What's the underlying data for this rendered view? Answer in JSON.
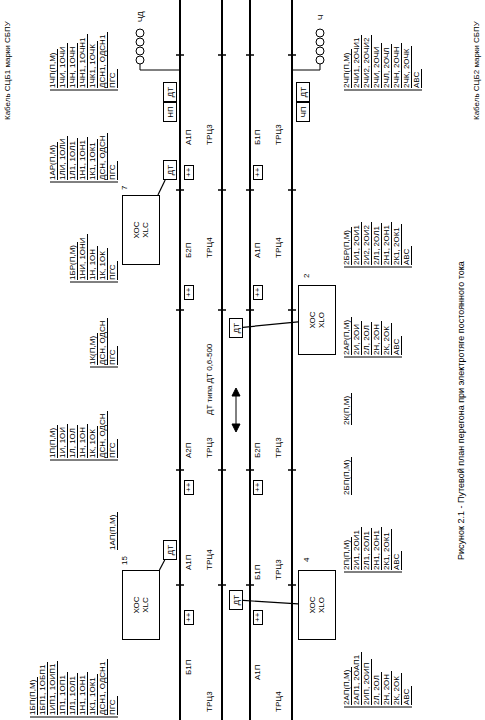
{
  "diagram": {
    "caption": "Рисунок 2.1 - Путевой план перегона при электротяге постоянного тока",
    "nodes": [
      {
        "text": [
          "ХОС",
          "ХLС"
        ]
      },
      {
        "text": [
          "ХОС",
          "ХLС"
        ]
      },
      {
        "text": [
          "ХОС",
          "ХLО"
        ]
      },
      {
        "text": [
          "ХОС",
          "ХLО"
        ]
      },
      {
        "text": [
          "НП"
        ]
      },
      {
        "text": [
          "ДТ"
        ]
      },
      {
        "text": [
          "ЧП"
        ]
      },
      {
        "text": [
          "ДТ"
        ]
      },
      {
        "text": [
          "ДТ"
        ]
      },
      {
        "text": [
          "ДТ"
        ]
      },
      {
        "text": [
          "ДТ"
        ]
      },
      {
        "text": [
          "ДТ"
        ]
      }
    ],
    "edges": [
      {
        "from": 0,
        "to": 8,
        "arrow": "none"
      },
      {
        "from": 1,
        "to": 9,
        "arrow": "none"
      },
      {
        "from": 2,
        "to": 10,
        "arrow": "none"
      },
      {
        "from": 3,
        "to": 11,
        "arrow": "none"
      }
    ],
    "labels": [
      "Кабель СЦБ1 марки СБПУ",
      "1ЧП(П,М)",
      "1ЧИ, 1ОЧИ",
      "1ЧН, 1ОЧН",
      "1ЧН1, 1ОЧН1",
      "1ЧК1, 1ОЧК",
      "ДСН1, ОДСН1",
      "ПГС",
      "1АР(П,М)",
      "1ЛИ, 1ОЛИ",
      "1Л1, 1ОЛ1",
      "1Н1, 1ОН1",
      "1К1, 1ОК1",
      "ДСН, ОДСН",
      "ПГС",
      "1БР(П,М)",
      "1НИ, 1ОНИ",
      "1Н, 1ОН",
      "1К, 1ОК",
      "ПГС",
      "1К(П,М)",
      "ДСН, ОДСН",
      "ПГС",
      "1П(П,М)",
      "1И, 1ОИ",
      "1Л, 1ОЛ",
      "1Н, 1ОН",
      "1К, 1ОК",
      "ДСН, ОДСН",
      "ПГС",
      "1АП(П,М)",
      "1БП(П,М)",
      "1БП1, 1ОБП1",
      "1ИП1, 1ОИП1",
      "1П1, 1ОП1",
      "1Л1, 1ОЛ1",
      "1Н1, 1ОН1",
      "1К1, 1ОК1",
      "ДСН1, ОДСН1",
      "ПГС",
      "Кабель СЦБ2 марки СБПУ",
      "2ЧП(П,М)",
      "2ЧИ1, 2ОЧИ1",
      "2ЧИ2, 2ОЧИ2",
      "2ЧИ, 2ОЧИ",
      "2ЧЛ, 2ОЧЛ",
      "2ЧН, 2ОЧН",
      "2ЧК, 2ОЧК",
      "АВС",
      "2БР(П,М)",
      "2И1, 2ОИ1",
      "2И2, 2ОИ2",
      "2Л1, 2ОЛ1",
      "2Н1, 2ОН1",
      "2К1, 2ОК1",
      "АВС",
      "2АР(П,М)",
      "2И, 2ОИ",
      "2Л, 2ОЛ",
      "2Н, 2ОН",
      "2К, 2ОК",
      "АВС",
      "2К(П,М)",
      "2БП(П,М)",
      "2П(П,М)",
      "2И1, 2ОИ1",
      "2Л1, 2ОЛ1",
      "2Н1, 2ОН1",
      "2К1, 2ОК1",
      "АВС",
      "2АП(П,М)",
      "2АП1, 2ОАП1",
      "2ИП, 2ОИП",
      "2Л, 2ОЛ",
      "2Н, 2ОН",
      "2К, 2ОК",
      "АВС",
      "ТРЦ3",
      "Б1П",
      "++",
      "А1П",
      "ТРЦ4",
      "++",
      "А2П",
      "ТРЦ3",
      "ДТ типа ДТ 0,6-500",
      "++",
      "Б2П",
      "ТРЦ4",
      "++",
      "А1П",
      "ТРЦ3",
      "ТРЦ4",
      "А1П",
      "++",
      "Б1П",
      "ТРЦ3",
      "++",
      "Б2П",
      "ТРЦ3",
      "++",
      "А1П",
      "ТРЦ4",
      "++",
      "Б1П",
      "ТРЦ3",
      "15",
      "7",
      "4",
      "2",
      "ЧД",
      "Ч"
    ]
  }
}
